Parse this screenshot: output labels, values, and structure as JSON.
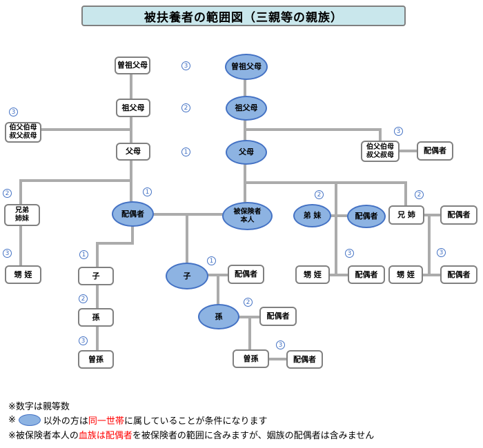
{
  "title": "被扶養者の範囲図（三親等の親族）",
  "labels": {
    "great_grandparents": "曽祖父母",
    "grandparents": "祖父母",
    "parents": "父母",
    "uncles_aunts": "伯父伯母\n叔父叔母",
    "spouse": "配偶者",
    "insured": "被保険者\n本人",
    "siblings": "兄弟\n姉妹",
    "younger_siblings": "弟 妹",
    "elder_siblings": "兄 姉",
    "nephews_nieces": "甥 姪",
    "child": "子",
    "grandchild": "孫",
    "great_grandchild": "曽孫",
    "deg1": "1",
    "deg2": "2",
    "deg3": "3"
  },
  "notes": {
    "line1": "※数字は親等数",
    "line2_pre": "※",
    "line2_mid": "以外の方は",
    "line2_red": "同一世帯",
    "line2_end": "に属していることが条件になります",
    "line3_a": "※被保険者本人の",
    "line3_red": "血族は配偶者",
    "line3_b": "を被保険者の範囲に含みますが、姻族の配偶者は含みません"
  },
  "colors": {
    "ellipse_fill": "#8db3e2",
    "ellipse_border": "#4472c4",
    "box_border": "#808080",
    "connector_gray": "#ababab",
    "title_bg": "#c9e7ec",
    "number_blue": "#4472c4",
    "red_text": "#ff0000"
  }
}
